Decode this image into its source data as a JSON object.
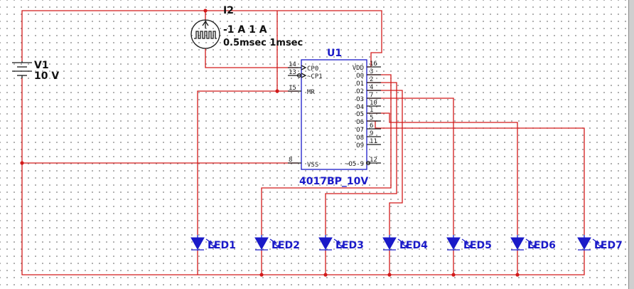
{
  "v1": {
    "name": "V1",
    "value": "10 V"
  },
  "i2": {
    "name": "I2",
    "line1": "-1 A 1 A",
    "line2": "0.5msec 1msec"
  },
  "u1": {
    "ref": "U1",
    "part": "4017BP_10V",
    "left_pins": [
      {
        "num": "14",
        "label": "CP0"
      },
      {
        "num": "13",
        "label": "~CP1"
      },
      {
        "num": "15",
        "label": "MR"
      },
      {
        "num": "8",
        "label": "VSS"
      }
    ],
    "right_pins": [
      {
        "num": "16",
        "label": "VDD"
      },
      {
        "num": "3",
        "label": "O0"
      },
      {
        "num": "2",
        "label": "O1"
      },
      {
        "num": "4",
        "label": "O2"
      },
      {
        "num": "7",
        "label": "O3"
      },
      {
        "num": "10",
        "label": "O4"
      },
      {
        "num": "1",
        "label": "O5"
      },
      {
        "num": "5",
        "label": "O6"
      },
      {
        "num": "6",
        "label": "O7"
      },
      {
        "num": "9",
        "label": "O8"
      },
      {
        "num": "11",
        "label": "O9"
      },
      {
        "num": "12",
        "label": "~O5-9"
      }
    ]
  },
  "leds": [
    "LED1",
    "LED2",
    "LED3",
    "LED4",
    "LED5",
    "LED6",
    "LED7"
  ],
  "colors": {
    "wire": "#d21a1a",
    "ic": "#1a1ac8",
    "symbol": "#1a1a1a"
  }
}
